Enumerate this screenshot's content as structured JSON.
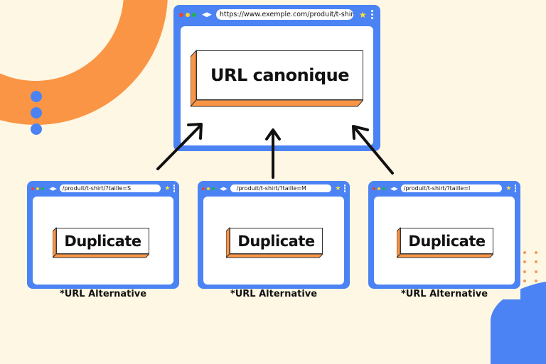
{
  "colors": {
    "background": "#fdf7e3",
    "browser_blue": "#4b83f4",
    "accent_orange": "#fb9546",
    "arrow": "#111111"
  },
  "canonical": {
    "url": "https://www.exemple.com/produit/t-shirt/",
    "box_label": "URL canonique"
  },
  "duplicates": [
    {
      "url": "/produit/t-shirt/?taille=S",
      "box_label": "Duplicate",
      "caption": "*URL Alternative"
    },
    {
      "url": "/produit/t-shirt/?taille=M",
      "box_label": "Duplicate",
      "caption": "*URL Alternative"
    },
    {
      "url": "/produit/t-shirt/?taille=l",
      "box_label": "Duplicate",
      "caption": "*URL Alternative"
    }
  ],
  "icons": {
    "traffic_lights": [
      "#e8423a",
      "#f5d420",
      "#1fb24a"
    ],
    "nav": "◀▶",
    "star": "★"
  }
}
